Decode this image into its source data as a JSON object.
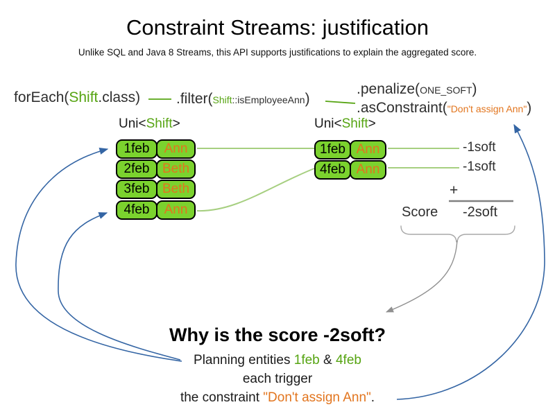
{
  "title": "Constraint Streams: justification",
  "subtitle": "Unlike SQL and Java 8 Streams, this API supports justifications to explain the aggregated score.",
  "colors": {
    "green_text": "#56a412",
    "box_green": "#7bd22e",
    "light_green_line": "#a6cf80",
    "orange": "#e2751e",
    "blue_arrow": "#3465a4",
    "gray": "#808080"
  },
  "code": {
    "foreach_pre": "forEach(",
    "foreach_arg": "Shift",
    "foreach_post": ".class)",
    "filter_pre": ".filter(",
    "filter_arg_class": "Shift",
    "filter_arg_method": "::isEmployeeAnn",
    "filter_post": ")",
    "penalize_pre": ".penalize(",
    "penalize_arg": "ONE_SOFT",
    "penalize_post": ")",
    "asconstraint_pre": ".asConstraint(",
    "asconstraint_arg": "\"Don't assign Ann\"",
    "asconstraint_post": ")"
  },
  "uni_label": {
    "pre": "Uni<",
    "type": "Shift",
    "post": ">"
  },
  "left_stream": {
    "rows": [
      {
        "date": "1feb",
        "employee": "Ann"
      },
      {
        "date": "2feb",
        "employee": "Beth"
      },
      {
        "date": "3feb",
        "employee": "Beth"
      },
      {
        "date": "4feb",
        "employee": "Ann"
      }
    ]
  },
  "right_stream": {
    "rows": [
      {
        "date": "1feb",
        "employee": "Ann"
      },
      {
        "date": "4feb",
        "employee": "Ann"
      }
    ]
  },
  "scores": {
    "penalties": [
      "-1soft",
      "-1soft"
    ],
    "plus": "+",
    "label": "Score",
    "total": "-2soft"
  },
  "explanation": {
    "heading": "Why is the score -2soft?",
    "line1_pre": "Planning entities ",
    "entity1": "1feb",
    "amp": " & ",
    "entity2": "4feb",
    "line2": "each trigger",
    "line3_pre": "the constraint ",
    "line3_quote": "\"Don't assign Ann\"",
    "line3_end": "."
  }
}
